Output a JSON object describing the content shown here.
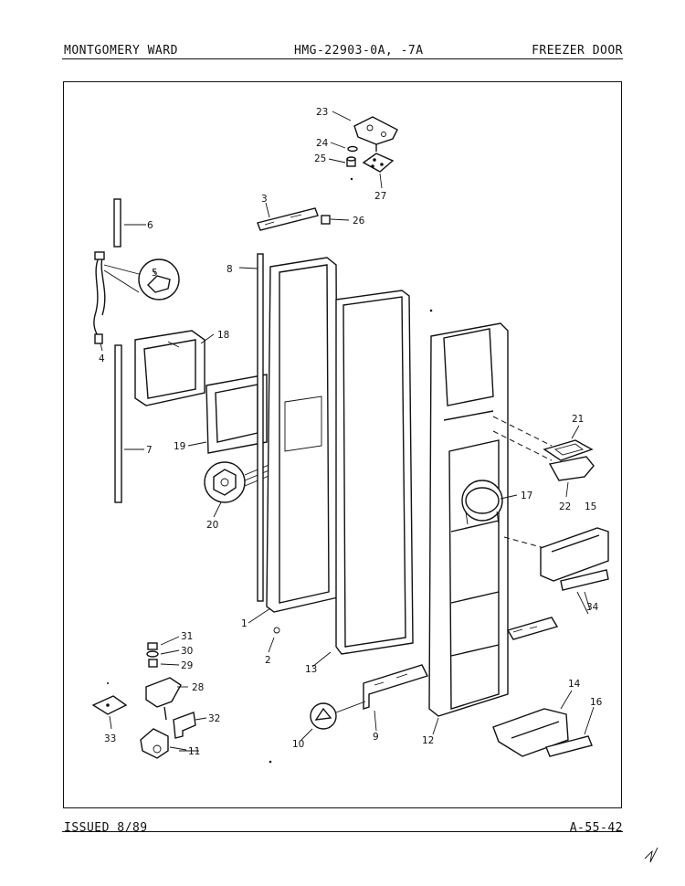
{
  "header": {
    "brand": "MONTGOMERY WARD",
    "model": "HMG-22903-0A, -7A",
    "section": "FREEZER DOOR"
  },
  "footer": {
    "issued": "ISSUED 8/89",
    "page_code": "A-55-42"
  },
  "callouts": [
    {
      "id": "c1",
      "label": "1"
    },
    {
      "id": "c2",
      "label": "2"
    },
    {
      "id": "c3",
      "label": "3"
    },
    {
      "id": "c4",
      "label": "4"
    },
    {
      "id": "c5",
      "label": "5"
    },
    {
      "id": "c6",
      "label": "6"
    },
    {
      "id": "c7",
      "label": "7"
    },
    {
      "id": "c8",
      "label": "8"
    },
    {
      "id": "c9",
      "label": "9"
    },
    {
      "id": "c10",
      "label": "10"
    },
    {
      "id": "c11",
      "label": "11"
    },
    {
      "id": "c12",
      "label": "12"
    },
    {
      "id": "c13",
      "label": "13"
    },
    {
      "id": "c14",
      "label": "14"
    },
    {
      "id": "c15",
      "label": "15"
    },
    {
      "id": "c16",
      "label": "16"
    },
    {
      "id": "c17",
      "label": "17"
    },
    {
      "id": "c18",
      "label": "18"
    },
    {
      "id": "c19",
      "label": "19"
    },
    {
      "id": "c20",
      "label": "20"
    },
    {
      "id": "c21",
      "label": "21"
    },
    {
      "id": "c22",
      "label": "22"
    },
    {
      "id": "c23",
      "label": "23"
    },
    {
      "id": "c24",
      "label": "24"
    },
    {
      "id": "c25",
      "label": "25"
    },
    {
      "id": "c26",
      "label": "26"
    },
    {
      "id": "c27",
      "label": "27"
    },
    {
      "id": "c28",
      "label": "28"
    },
    {
      "id": "c29",
      "label": "29"
    },
    {
      "id": "c30",
      "label": "30"
    },
    {
      "id": "c31",
      "label": "31"
    },
    {
      "id": "c32",
      "label": "32"
    },
    {
      "id": "c33",
      "label": "33"
    },
    {
      "id": "c34",
      "label": "34"
    }
  ]
}
